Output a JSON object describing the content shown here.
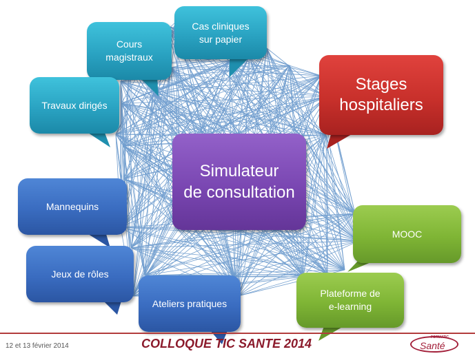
{
  "diagram": {
    "center": {
      "line1": "Simulateur",
      "line2": "de consultation"
    },
    "nodes": {
      "cours": {
        "line1": "Cours",
        "line2": "magistraux"
      },
      "cas": {
        "line1": "Cas cliniques",
        "line2": "sur papier"
      },
      "stages": {
        "line1": "Stages",
        "line2": "hospitaliers"
      },
      "travaux": {
        "label": "Travaux dirigés"
      },
      "mannequins": {
        "label": "Mannequins"
      },
      "jeux": {
        "label": "Jeux de rôles"
      },
      "ateliers": {
        "label": "Ateliers pratiques"
      },
      "plateforme": {
        "line1": "Plateforme de",
        "line2": "e-learning"
      },
      "mooc": {
        "label": "MOOC"
      }
    },
    "colors": {
      "teal": "#2aa3c2",
      "blue": "#3a6cc0",
      "green": "#7fb535",
      "red": "#c8302b",
      "purple": "#7a47b2",
      "lines": "#5b8fc7"
    }
  },
  "footer": {
    "date": "12 et 13 février 2014",
    "title": "COLLOQUE TIC SANTE 2014",
    "logo_small": "FORMATIC",
    "logo_main": "Santé"
  }
}
